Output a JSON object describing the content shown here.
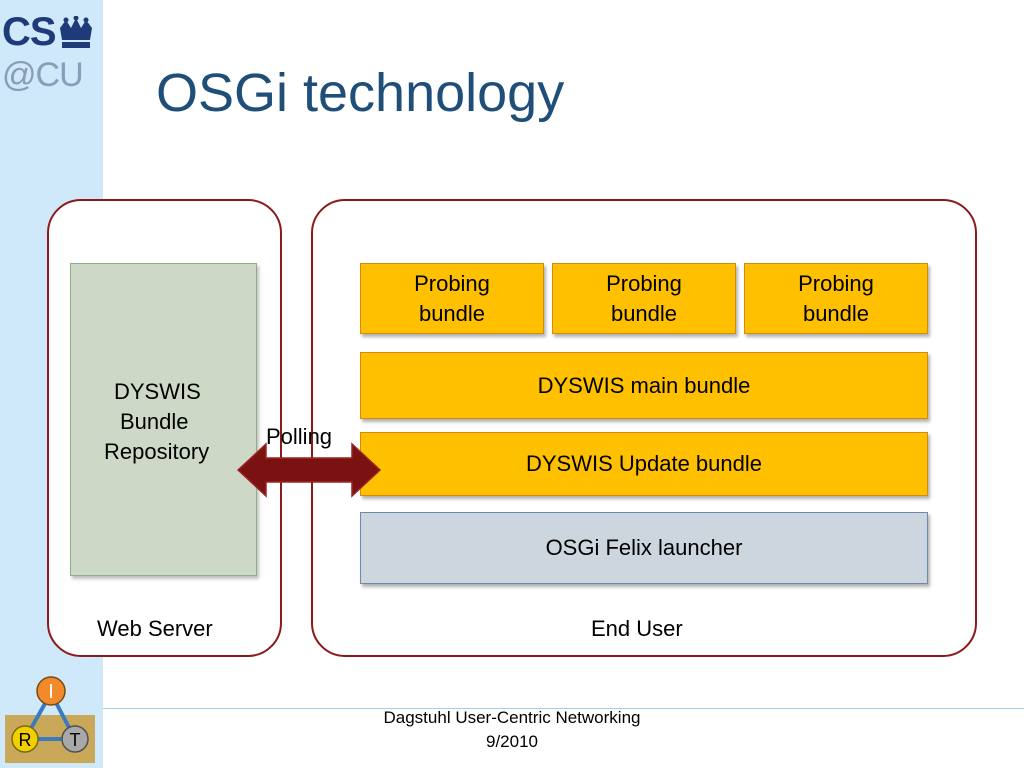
{
  "logo": {
    "cs_text": "CS",
    "cu_text": "@CU"
  },
  "slide": {
    "title": "OSGi technology"
  },
  "web_server": {
    "label": "Web Server",
    "repository_lines": [
      "DYSWIS",
      "Bundle",
      "Repository"
    ]
  },
  "connector": {
    "label": "Polling",
    "color": "#7a1212"
  },
  "end_user": {
    "label": "End User",
    "probing_bundles": [
      {
        "line1": "Probing",
        "line2": "bundle"
      },
      {
        "line1": "Probing",
        "line2": "bundle"
      },
      {
        "line1": "Probing",
        "line2": "bundle"
      }
    ],
    "main_bundle": "DYSWIS main bundle",
    "update_bundle": "DYSWIS Update bundle",
    "launcher": "OSGi Felix launcher"
  },
  "bottom_logo": {
    "letters": [
      "I",
      "R",
      "T"
    ]
  },
  "footer": {
    "line1": "Dagstuhl User-Centric Networking",
    "line2": "9/2010"
  },
  "colors": {
    "accent_blue": "#1f4e79",
    "panel_border": "#8b1a1a",
    "bundle_orange": "#ffc000",
    "launcher_gray": "#cdd5df",
    "repository_green": "#cdd9c6",
    "side_strip": "#cfe8fa"
  }
}
